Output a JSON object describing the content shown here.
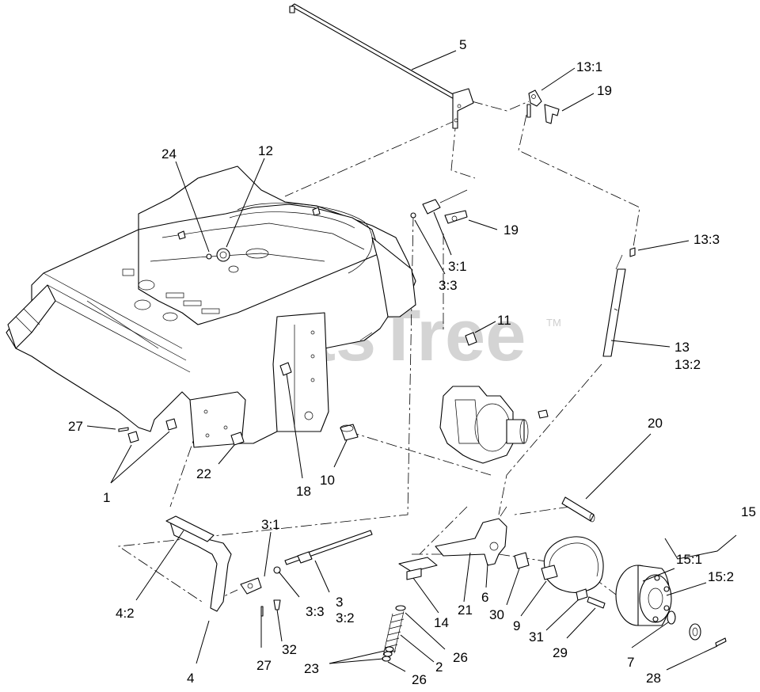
{
  "watermark": {
    "text": "PartsTree",
    "trademark": "TM"
  },
  "callouts": {
    "c5": "5",
    "c13_1": "13:1",
    "c19a": "19",
    "c24": "24",
    "c12": "12",
    "c19b": "19",
    "c3_1a": "3:1",
    "c3_3a": "3:3",
    "c13_3": "13:3",
    "c11": "11",
    "c13": "13",
    "c13_2": "13:2",
    "c27a": "27",
    "c1": "1",
    "c22": "22",
    "c18": "18",
    "c10": "10",
    "c20": "20",
    "c15": "15",
    "c15_1": "15:1",
    "c15_2": "15:2",
    "c3_1b": "3:1",
    "c4_2": "4:2",
    "c3": "3",
    "c3_2": "3:2",
    "c3_3b": "3:3",
    "c21": "21",
    "c6": "6",
    "c14": "14",
    "c30": "30",
    "c9": "9",
    "c31": "31",
    "c29": "29",
    "c7": "7",
    "c26a": "26",
    "c2": "2",
    "c23": "23",
    "c27b": "27",
    "c32": "32",
    "c4": "4",
    "c26b": "26",
    "c28": "28"
  }
}
